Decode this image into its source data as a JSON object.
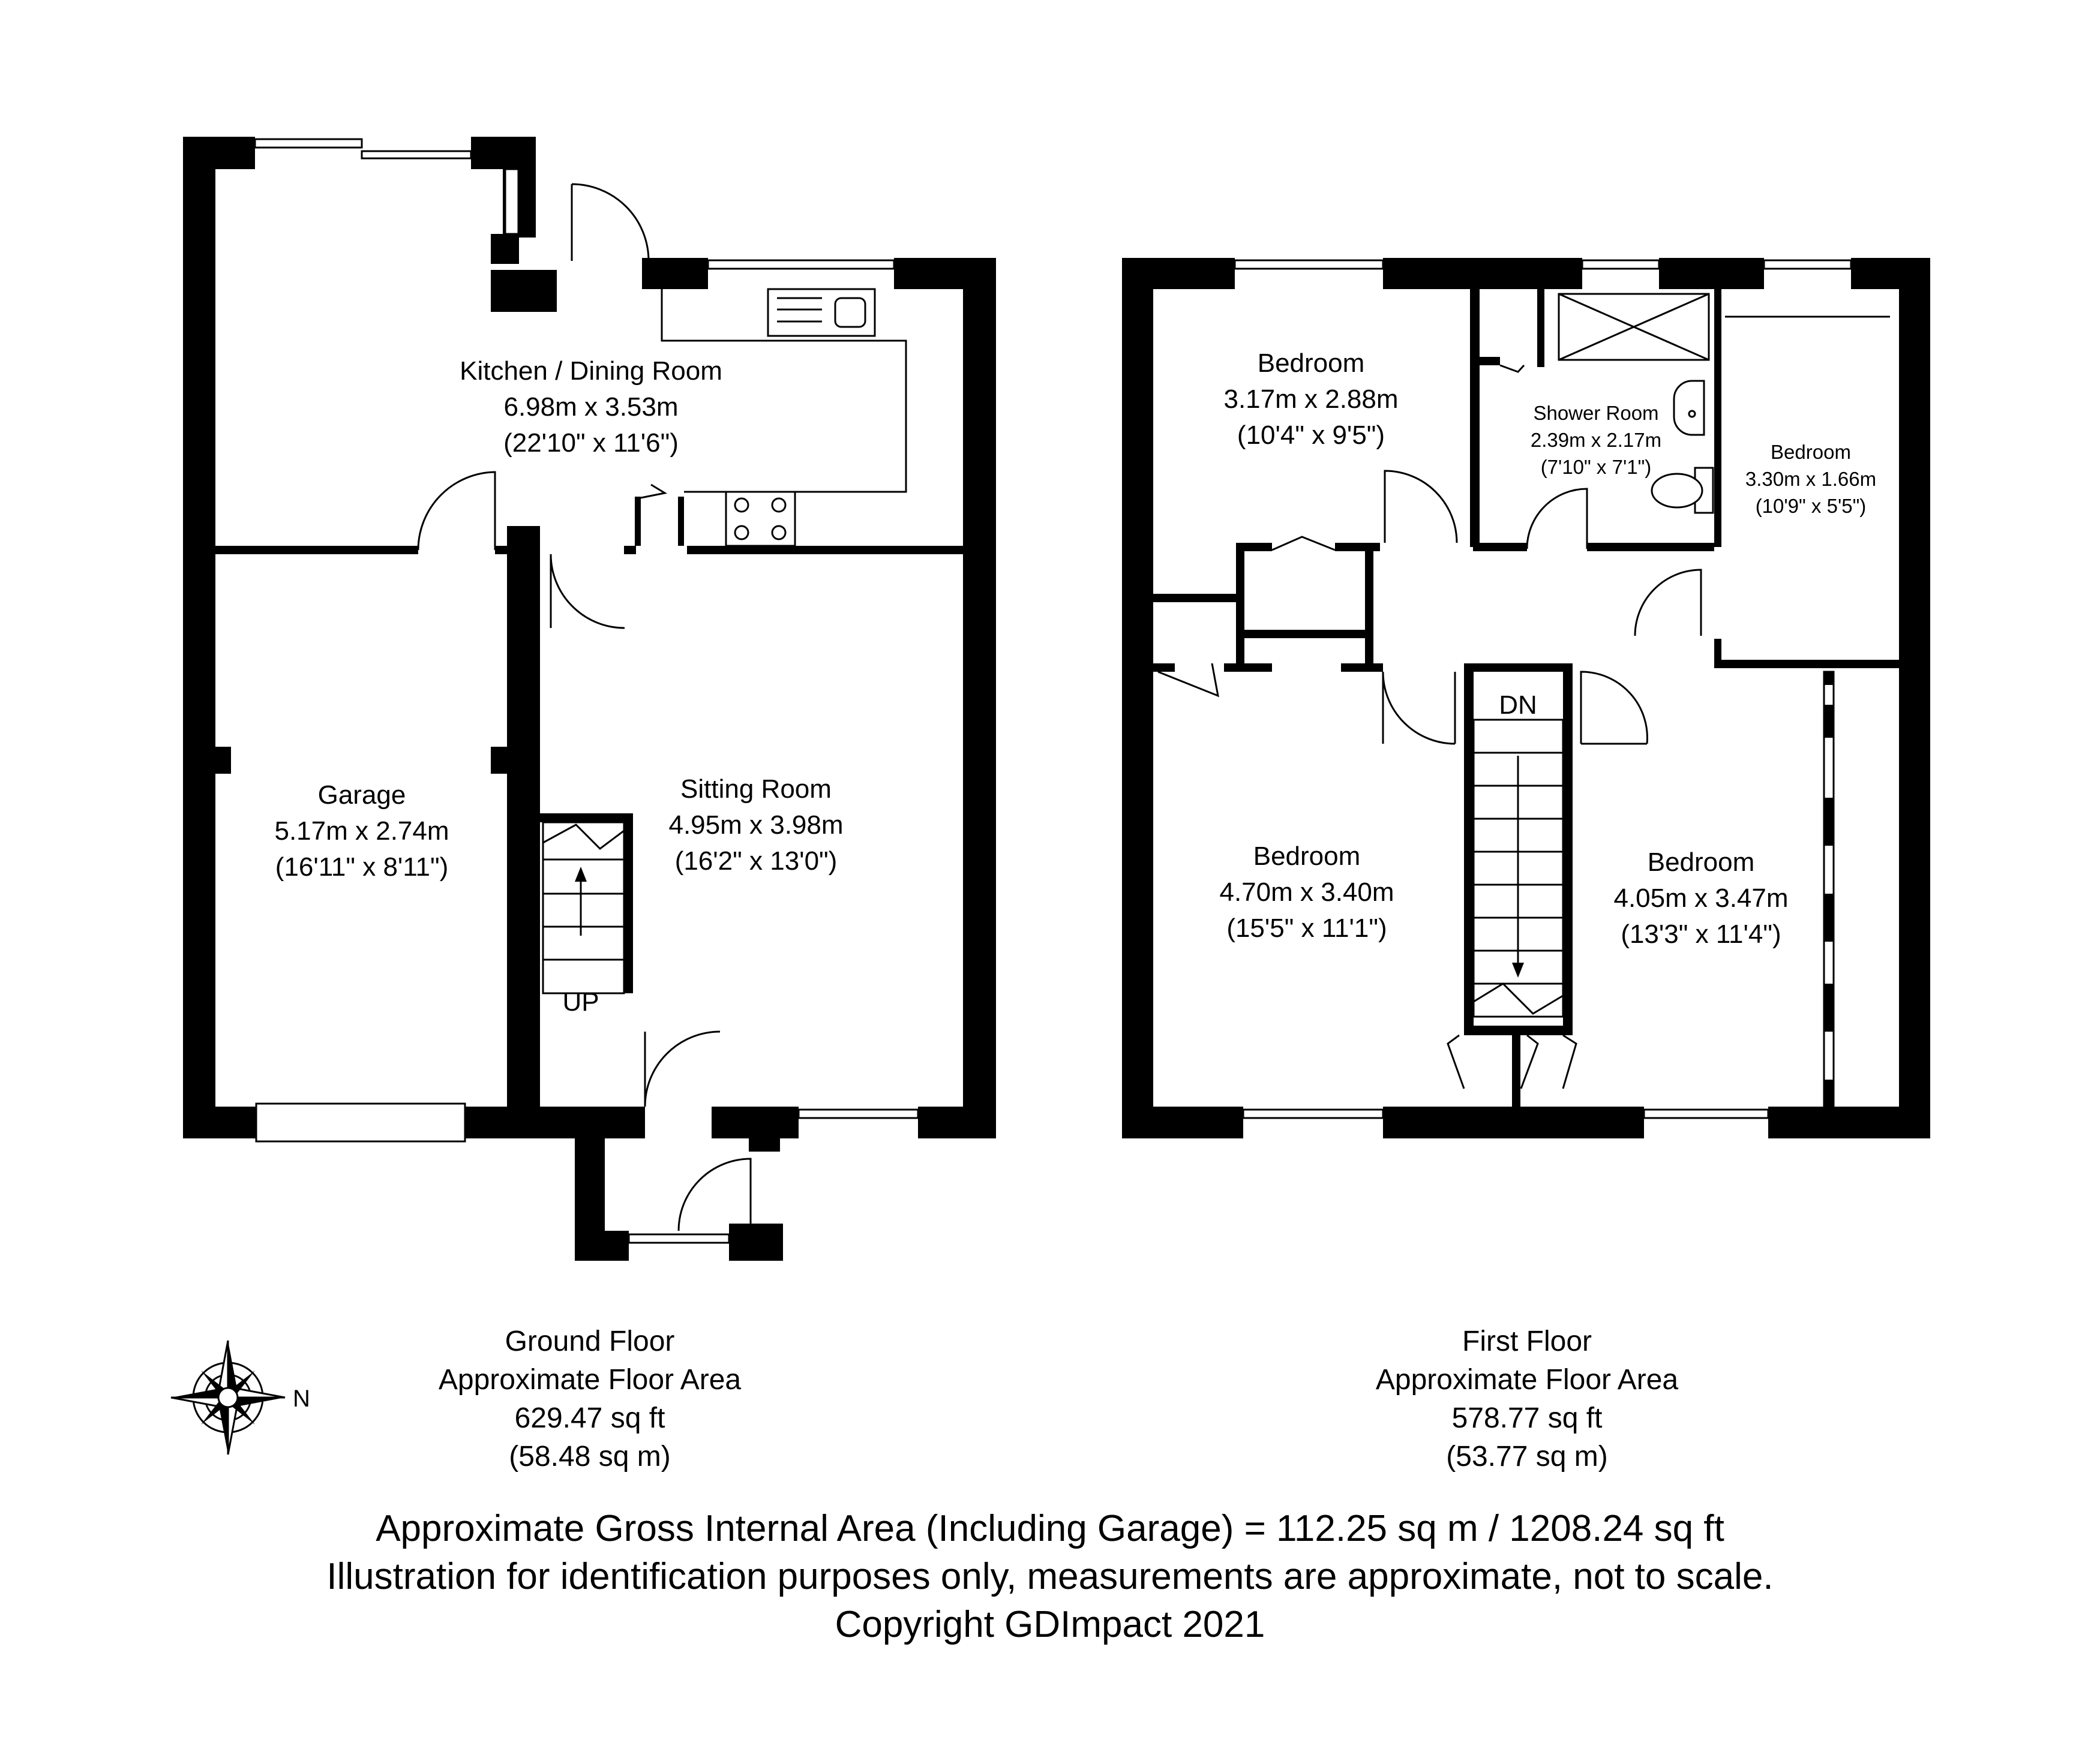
{
  "ground_floor": {
    "rooms": {
      "kitchen": {
        "name": "Kitchen / Dining Room",
        "metric": "6.98m x 3.53m",
        "imperial": "(22'10\" x 11'6\")"
      },
      "garage": {
        "name": "Garage",
        "metric": "5.17m x 2.74m",
        "imperial": "(16'11\" x 8'11\")"
      },
      "sitting": {
        "name": "Sitting Room",
        "metric": "4.95m x 3.98m",
        "imperial": "(16'2\" x 13'0\")"
      }
    },
    "stairs_label": "UP",
    "area": {
      "title": "Ground Floor",
      "subtitle": "Approximate Floor Area",
      "sqft": "629.47 sq ft",
      "sqm": "(58.48 sq m)"
    }
  },
  "first_floor": {
    "rooms": {
      "bedroom_front_left": {
        "name": "Bedroom",
        "metric": "3.17m x 2.88m",
        "imperial": "(10'4\" x 9'5\")"
      },
      "shower": {
        "name": "Shower Room",
        "metric": "2.39m x 2.17m",
        "imperial": "(7'10\" x 7'1\")"
      },
      "bedroom_small": {
        "name": "Bedroom",
        "metric": "3.30m x 1.66m",
        "imperial": "(10'9\" x 5'5\")"
      },
      "bedroom_rear_left": {
        "name": "Bedroom",
        "metric": "4.70m x 3.40m",
        "imperial": "(15'5\" x 11'1\")"
      },
      "bedroom_rear_right": {
        "name": "Bedroom",
        "metric": "4.05m x 3.47m",
        "imperial": "(13'3\" x 11'4\")"
      }
    },
    "stairs_label": "DN",
    "area": {
      "title": "First Floor",
      "subtitle": "Approximate Floor Area",
      "sqft": "578.77 sq ft",
      "sqm": "(53.77 sq m)"
    }
  },
  "compass": {
    "icon": "compass-rose-icon",
    "north_label": "N"
  },
  "footer": {
    "gross_area": "Approximate Gross Internal Area (Including Garage)  = 112.25 sq m / 1208.24 sq ft",
    "disclaimer": "Illustration for identification purposes only, measurements are approximate, not to scale.",
    "copyright": "Copyright GDImpact 2021"
  },
  "colors": {
    "wall": "#000000",
    "background": "#ffffff"
  }
}
